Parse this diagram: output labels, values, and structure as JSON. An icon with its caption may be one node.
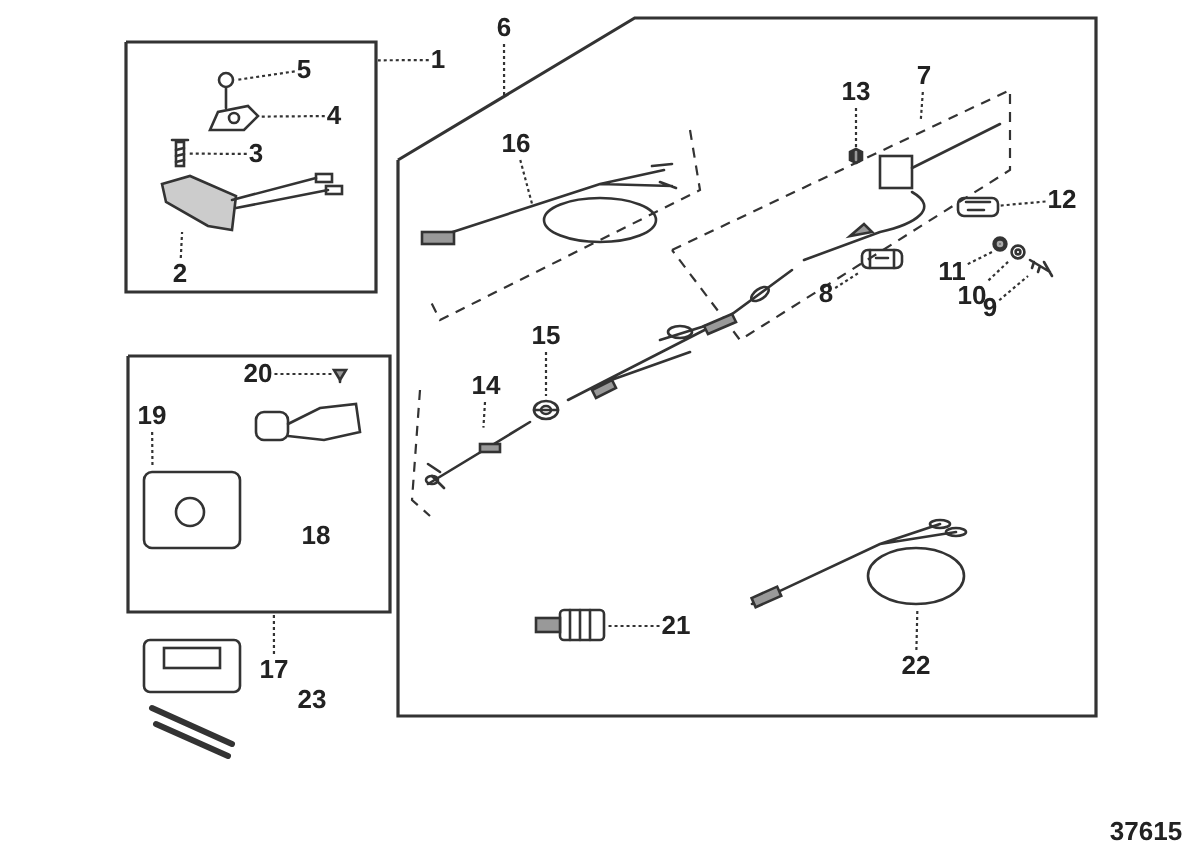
{
  "diagram": {
    "nodes": [
      {
        "text": [],
        "shape": "box"
      },
      {
        "text": [
          "1"
        ]
      },
      {
        "text": [
          "5"
        ],
        "in": 0
      },
      {
        "text": [],
        "shape": "picture",
        "in": 0
      },
      {
        "text": [
          "4"
        ],
        "in": 0
      },
      {
        "text": [],
        "shape": "picture",
        "in": 0
      },
      {
        "text": [
          "3"
        ],
        "in": 0
      },
      {
        "text": [],
        "shape": "picture",
        "in": 0
      },
      {
        "text": [],
        "shape": "picture",
        "in": 0
      },
      {
        "text": [
          "2"
        ],
        "in": 0
      },
      {
        "text": [],
        "shape": "box"
      },
      {
        "text": [
          "6"
        ]
      },
      {
        "text": [
          "16"
        ],
        "in": 10
      },
      {
        "text": [],
        "shape": "picture",
        "in": 10
      },
      {
        "text": [
          "13"
        ],
        "in": 10
      },
      {
        "text": [],
        "shape": "picture",
        "in": 10
      },
      {
        "text": [
          "7"
        ],
        "in": 10
      },
      {
        "text": [],
        "shape": "picture",
        "in": 10
      },
      {
        "text": [
          "12"
        ],
        "in": 10
      },
      {
        "text": [],
        "shape": "picture",
        "in": 10
      },
      {
        "text": [
          "11"
        ],
        "in": 10
      },
      {
        "text": [],
        "shape": "picture",
        "in": 10
      },
      {
        "text": [
          "10"
        ],
        "in": 10
      },
      {
        "text": [],
        "shape": "picture",
        "in": 10
      },
      {
        "text": [
          "9"
        ],
        "in": 10
      },
      {
        "text": [],
        "shape": "picture",
        "in": 10
      },
      {
        "text": [],
        "shape": "picture",
        "in": 10
      },
      {
        "text": [
          "8"
        ],
        "in": 10
      },
      {
        "text": [
          "15"
        ],
        "in": 10
      },
      {
        "text": [],
        "shape": "picture",
        "in": 10
      },
      {
        "text": [
          "14"
        ],
        "in": 10
      },
      {
        "text": [],
        "shape": "picture",
        "in": 10
      },
      {
        "text": [
          "21"
        ],
        "in": 10
      },
      {
        "text": [],
        "shape": "picture",
        "in": 10
      },
      {
        "text": [],
        "shape": "picture",
        "in": 10
      },
      {
        "text": [
          "22"
        ],
        "in": 10
      },
      {
        "text": [],
        "shape": "box"
      },
      {
        "text": [
          "20"
        ],
        "in": 36
      },
      {
        "text": [],
        "shape": "picture",
        "in": 36
      },
      {
        "text": [
          "19"
        ],
        "in": 36
      },
      {
        "text": [],
        "shape": "picture",
        "in": 36
      },
      {
        "text": [],
        "shape": "picture",
        "in": 36
      },
      {
        "text": [
          "18"
        ],
        "in": 36
      },
      {
        "text": [
          "17"
        ]
      },
      {
        "text": [],
        "shape": "picture"
      },
      {
        "text": [
          "23"
        ]
      },
      {
        "text": [],
        "shape": "picture",
        "in": 10
      },
      {
        "text": [],
        "shape": "picture",
        "in": 10
      }
    ],
    "edges": [
      {
        "from": 1,
        "to": 0,
        "arrow": "none"
      },
      {
        "from": 2,
        "to": 3,
        "arrow": "none"
      },
      {
        "from": 4,
        "to": 5,
        "arrow": "none"
      },
      {
        "from": 6,
        "to": 7,
        "arrow": "none"
      },
      {
        "from": 9,
        "to": 8,
        "arrow": "none"
      },
      {
        "from": 11,
        "to": 10,
        "arrow": "none"
      },
      {
        "from": 12,
        "to": 13,
        "arrow": "none"
      },
      {
        "from": 14,
        "to": 15,
        "arrow": "none"
      },
      {
        "from": 16,
        "to": 17,
        "arrow": "none"
      },
      {
        "from": 18,
        "to": 19,
        "arrow": "none"
      },
      {
        "from": 20,
        "to": 21,
        "arrow": "none"
      },
      {
        "from": 22,
        "to": 23,
        "arrow": "none"
      },
      {
        "from": 24,
        "to": 25,
        "arrow": "none"
      },
      {
        "from": 27,
        "to": 26,
        "arrow": "none"
      },
      {
        "from": 28,
        "to": 29,
        "arrow": "none"
      },
      {
        "from": 30,
        "to": 31,
        "arrow": "none"
      },
      {
        "from": 32,
        "to": 33,
        "arrow": "none"
      },
      {
        "from": 35,
        "to": 34,
        "arrow": "none"
      },
      {
        "from": 37,
        "to": 38,
        "arrow": "none"
      },
      {
        "from": 39,
        "to": 40,
        "arrow": "none"
      },
      {
        "from": 43,
        "to": 36,
        "arrow": "none"
      }
    ],
    "labels": [
      "37615"
    ]
  }
}
